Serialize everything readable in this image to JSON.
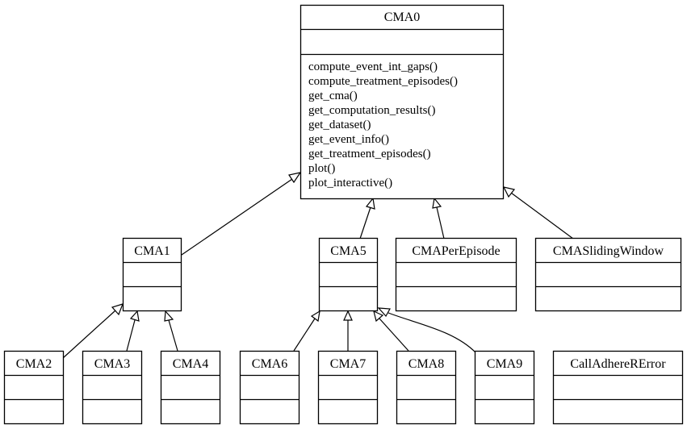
{
  "classes": {
    "CMA0": {
      "name": "CMA0",
      "methods": [
        "compute_event_int_gaps()",
        "compute_treatment_episodes()",
        "get_cma()",
        "get_computation_results()",
        "get_dataset()",
        "get_event_info()",
        "get_treatment_episodes()",
        "plot()",
        "plot_interactive()"
      ]
    },
    "CMA1": {
      "name": "CMA1",
      "methods": []
    },
    "CMA5": {
      "name": "CMA5",
      "methods": []
    },
    "CMAPerEpisode": {
      "name": "CMAPerEpisode",
      "methods": []
    },
    "CMASlidingWindow": {
      "name": "CMASlidingWindow",
      "methods": []
    },
    "CMA2": {
      "name": "CMA2",
      "methods": []
    },
    "CMA3": {
      "name": "CMA3",
      "methods": []
    },
    "CMA4": {
      "name": "CMA4",
      "methods": []
    },
    "CMA6": {
      "name": "CMA6",
      "methods": []
    },
    "CMA7": {
      "name": "CMA7",
      "methods": []
    },
    "CMA8": {
      "name": "CMA8",
      "methods": []
    },
    "CMA9": {
      "name": "CMA9",
      "methods": []
    },
    "CallAdhereRError": {
      "name": "CallAdhereRError",
      "methods": [],
      "color": "#ff0000"
    }
  },
  "inheritance": [
    {
      "child": "CMA1",
      "parent": "CMA0"
    },
    {
      "child": "CMA5",
      "parent": "CMA0"
    },
    {
      "child": "CMAPerEpisode",
      "parent": "CMA0"
    },
    {
      "child": "CMASlidingWindow",
      "parent": "CMA0"
    },
    {
      "child": "CMA2",
      "parent": "CMA1"
    },
    {
      "child": "CMA3",
      "parent": "CMA1"
    },
    {
      "child": "CMA4",
      "parent": "CMA1"
    },
    {
      "child": "CMA6",
      "parent": "CMA5"
    },
    {
      "child": "CMA7",
      "parent": "CMA5"
    },
    {
      "child": "CMA8",
      "parent": "CMA5"
    },
    {
      "child": "CMA9",
      "parent": "CMA5"
    }
  ],
  "colors": {
    "line": "#000000",
    "background": "#ffffff",
    "error_class": "#ff0000"
  }
}
